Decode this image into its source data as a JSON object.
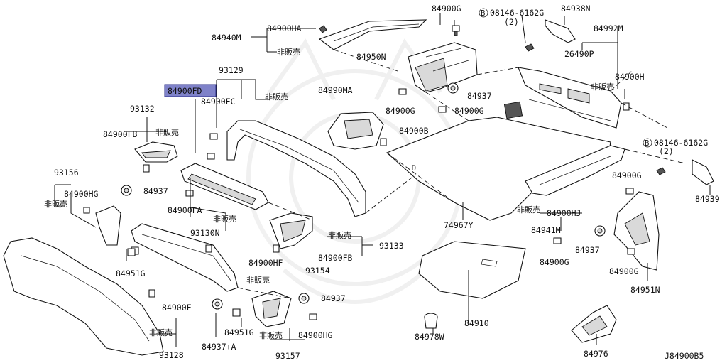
{
  "diagram": {
    "ref_code": "J84900B5",
    "not_for_sale": "非販売",
    "highlight_color": "#7f82c9",
    "labels": {
      "p84900G_top": "84900G",
      "p08146_top": "08146-6162G",
      "p08146_top_qty": "(2)",
      "p84938N": "84938N",
      "p84940M": "84940M",
      "p84900HA": "84900HA",
      "p84992M": "84992M",
      "p84950N": "84950N",
      "p26490P": "26490P",
      "p93129": "93129",
      "p84900FD": "84900FD",
      "p84900FC": "84900FC",
      "p84990MA": "84990MA",
      "p84937_a": "84937",
      "p84900H": "84900H",
      "p93132": "93132",
      "p84900G_b": "84900G",
      "p84900G_c": "84900G",
      "p84900FB_a": "84900FB",
      "p84900B": "84900B",
      "p08146_right": "08146-6162G",
      "p08146_right_qty": "(2)",
      "p93156": "93156",
      "p84900HG_a": "84900HG",
      "p84937_b": "84937",
      "p84900G_d": "84900G",
      "p84939": "84939",
      "p84900FA": "84900FA",
      "p93130N": "93130N",
      "p74967Y": "74967Y",
      "p84900HJ": "84900HJ",
      "p84941M": "84941M",
      "p93133": "93133",
      "p84900FB_b": "84900FB",
      "p84937_c": "84937",
      "p84951G_a": "84951G",
      "p84900HF": "84900HF",
      "p93154": "93154",
      "p84900G_e": "84900G",
      "p84900G_f": "84900G",
      "p84900F": "84900F",
      "p84937_d": "84937",
      "p84951N": "84951N",
      "p84910": "84910",
      "p84951G_b": "84951G",
      "p84937A": "84937+A",
      "p84900HG_b": "84900HG",
      "p84978W": "84978W",
      "p93128": "93128",
      "p93157": "93157",
      "p84976": "84976"
    }
  }
}
